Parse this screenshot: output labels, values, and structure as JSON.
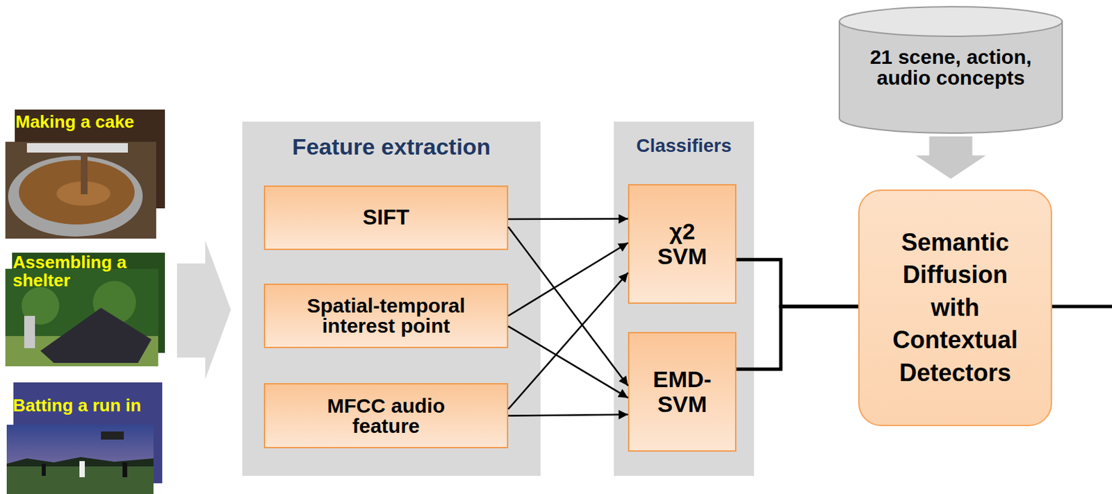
{
  "diagram": {
    "nodes": [
      {
        "text": [
          "Feature extraction"
        ]
      },
      {
        "text": [
          "SIFT"
        ],
        "in": 0
      },
      {
        "text": [
          "Spatial-temporal interest point"
        ],
        "in": 0
      },
      {
        "text": [
          "MFCC audio feature"
        ],
        "in": 0
      },
      {
        "text": [
          "Classifiers"
        ]
      },
      {
        "text": [
          "χ2 SVM"
        ],
        "in": 4
      },
      {
        "text": [
          "EMD-SVM"
        ],
        "in": 4
      },
      {
        "text": [
          "21 scene, action, audio concepts"
        ]
      },
      {
        "text": [
          "Semantic Diffusion with Contextual Detectors"
        ]
      }
    ],
    "edges": [
      {
        "from": 1,
        "to": 5,
        "arrow": "to"
      },
      {
        "from": 1,
        "to": 6,
        "arrow": "to"
      },
      {
        "from": 2,
        "to": 5,
        "arrow": "to"
      },
      {
        "from": 2,
        "to": 6,
        "arrow": "to"
      },
      {
        "from": 3,
        "to": 5,
        "arrow": "to"
      },
      {
        "from": 3,
        "to": 6,
        "arrow": "to"
      },
      {
        "from": 5,
        "to": 8,
        "arrow": "none"
      },
      {
        "from": 6,
        "to": 8,
        "arrow": "none"
      },
      {
        "from": 7,
        "to": 8,
        "arrow": "to"
      }
    ],
    "labels": [
      "Making a cake",
      "Assembling a shelter",
      "Batting a run in"
    ]
  }
}
